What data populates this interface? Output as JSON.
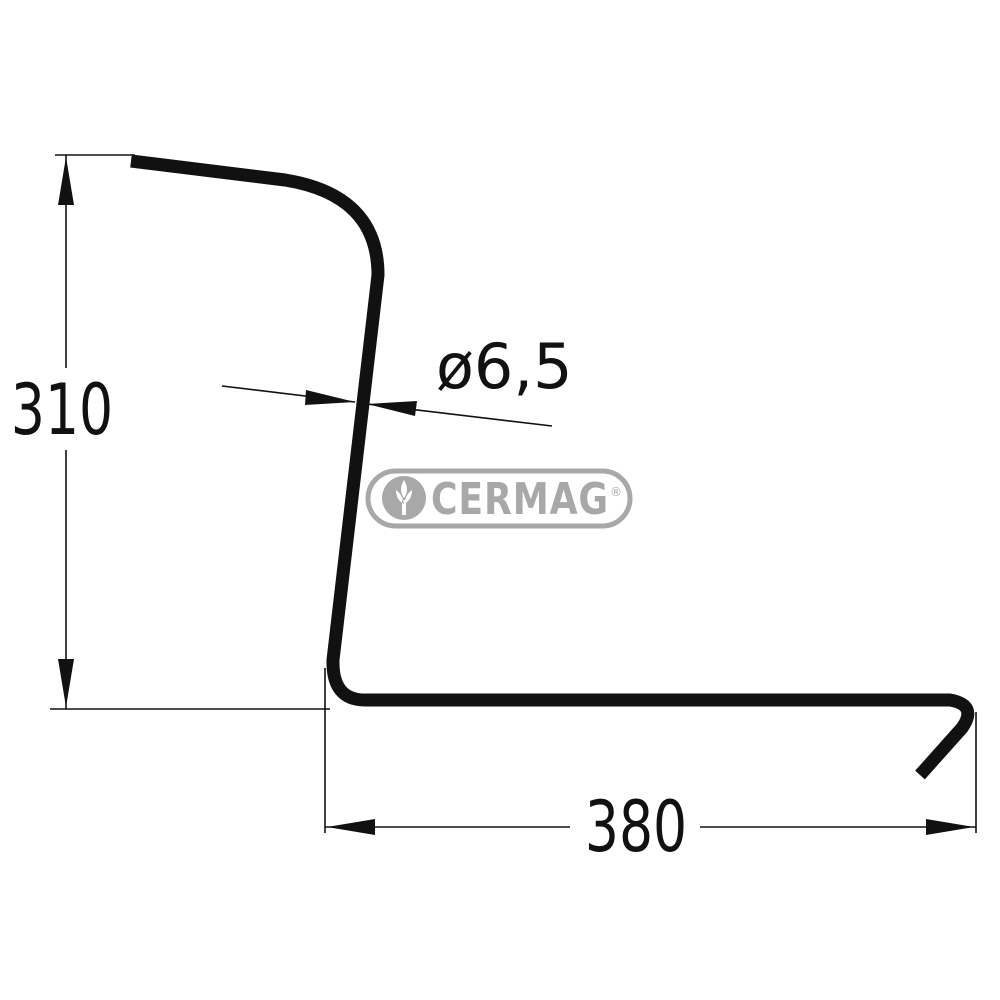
{
  "dimensions": {
    "height_label": "310",
    "width_label": "380",
    "diameter_label": "ø6,5"
  },
  "logo": {
    "text": "CERMAG",
    "registered_mark": "®",
    "color": "#9a9a9a"
  },
  "colors": {
    "line": "#111111",
    "background": "#ffffff"
  }
}
